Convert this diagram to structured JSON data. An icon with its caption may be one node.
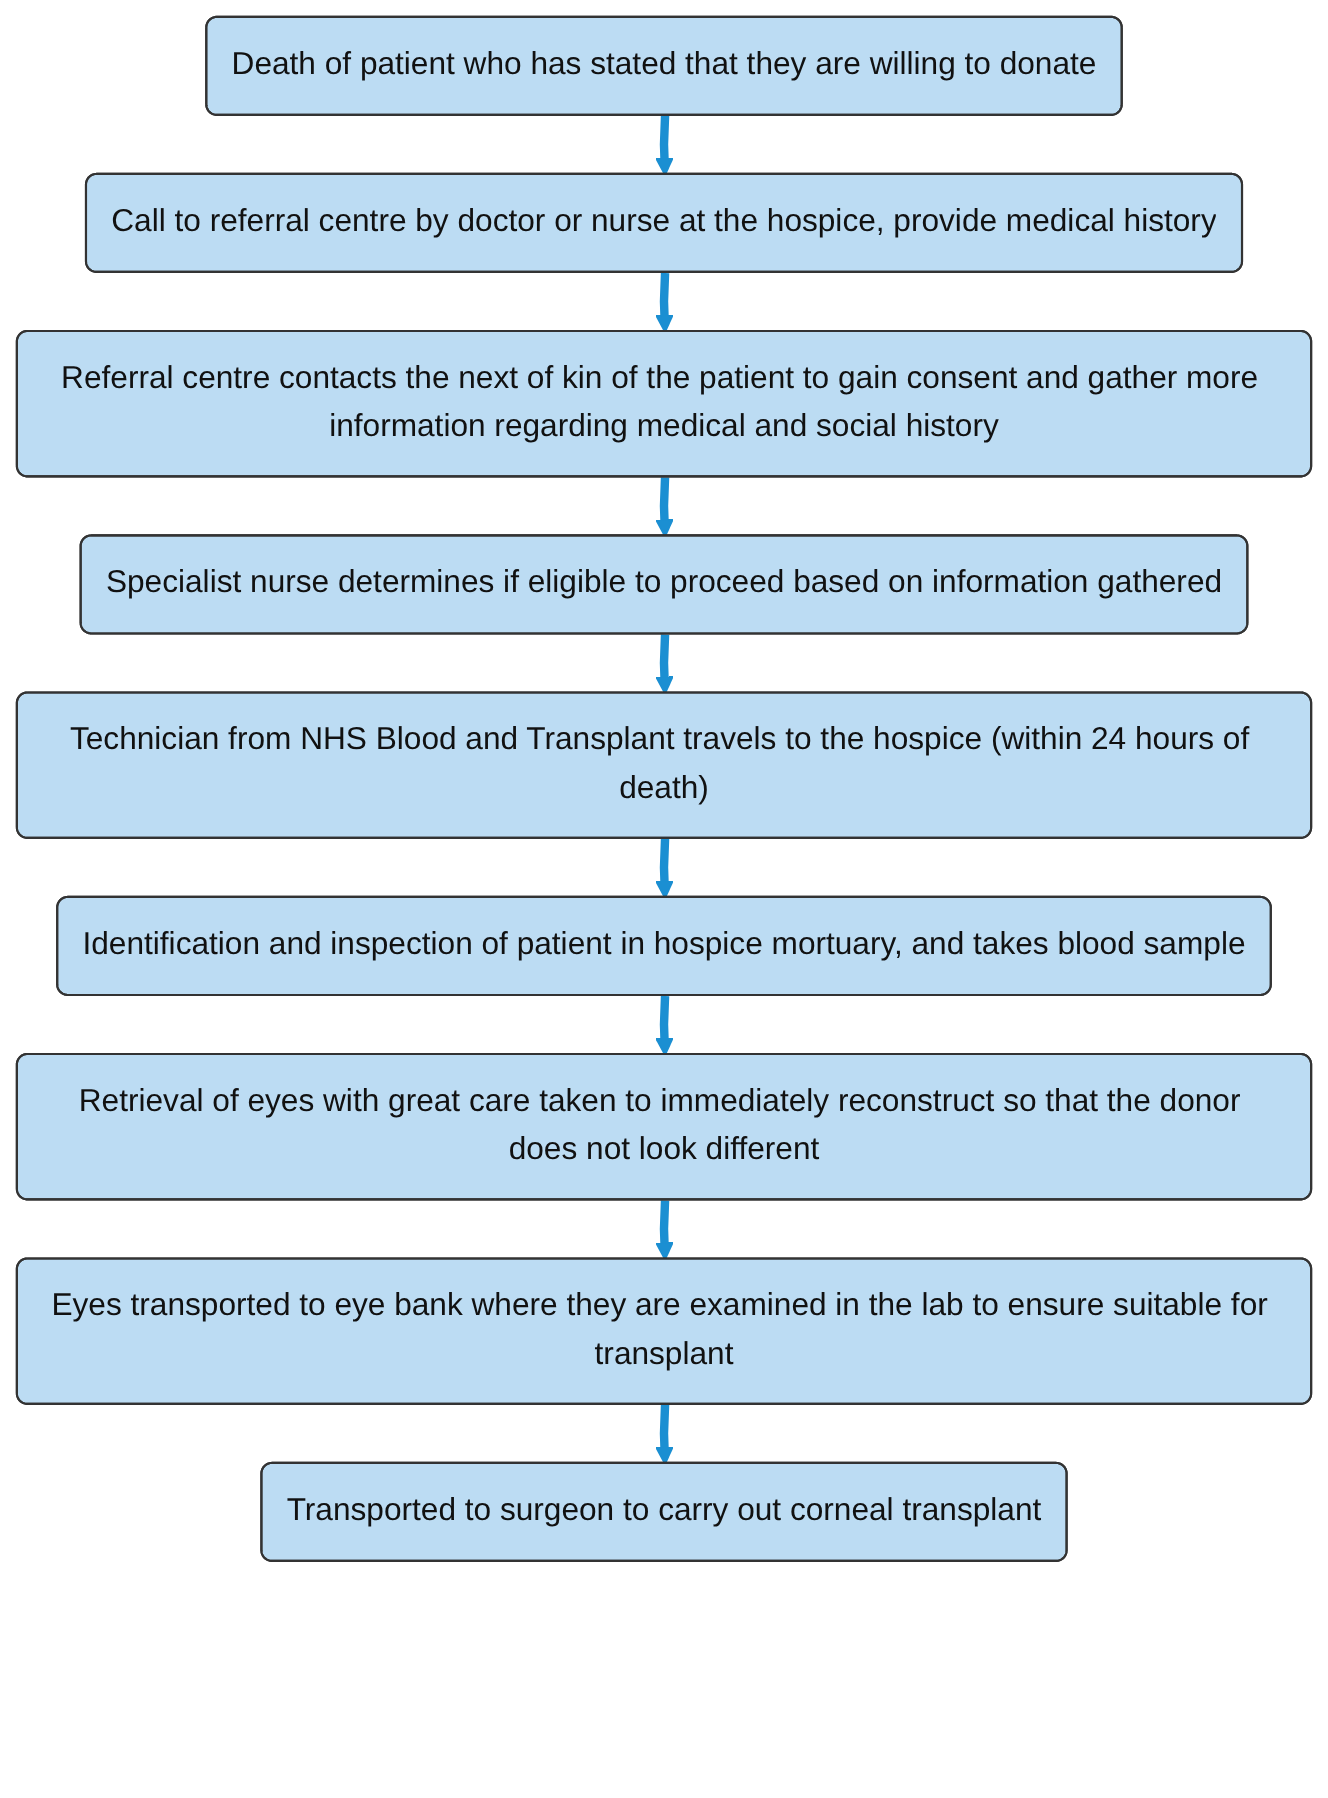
{
  "diagram": {
    "nodes": [
      {
        "text": [
          "Death of patient who has stated that they are willing to donate"
        ]
      },
      {
        "text": [
          "Call to referral centre by doctor or nurse at the hospice, provide medical history"
        ]
      },
      {
        "text": [
          "Referral centre contacts the next of kin of the patient to gain consent and gather more information regarding medical and social history"
        ]
      },
      {
        "text": [
          "Specialist nurse determines if eligible to proceed based on information gathered"
        ]
      },
      {
        "text": [
          "Technician from NHS Blood and Transplant travels to the hospice (within 24 hours of death)"
        ]
      },
      {
        "text": [
          "Identification and inspection of patient in hospice mortuary, and takes blood sample"
        ]
      },
      {
        "text": [
          "Retrieval of eyes with great care taken to immediately reconstruct so that the donor does not look different"
        ]
      },
      {
        "text": [
          "Eyes transported to eye bank where they are examined in the lab to ensure suitable for transplant"
        ]
      },
      {
        "text": [
          "Transported to surgeon to carry out corneal transplant"
        ]
      }
    ],
    "edges": [
      {
        "from": 0,
        "to": 1,
        "arrow": "to"
      },
      {
        "from": 1,
        "to": 2,
        "arrow": "to"
      },
      {
        "from": 2,
        "to": 3,
        "arrow": "to"
      },
      {
        "from": 3,
        "to": 4,
        "arrow": "to"
      },
      {
        "from": 4,
        "to": 5,
        "arrow": "to"
      },
      {
        "from": 5,
        "to": 6,
        "arrow": "to"
      },
      {
        "from": 6,
        "to": 7,
        "arrow": "to"
      },
      {
        "from": 7,
        "to": 8,
        "arrow": "to"
      }
    ]
  }
}
